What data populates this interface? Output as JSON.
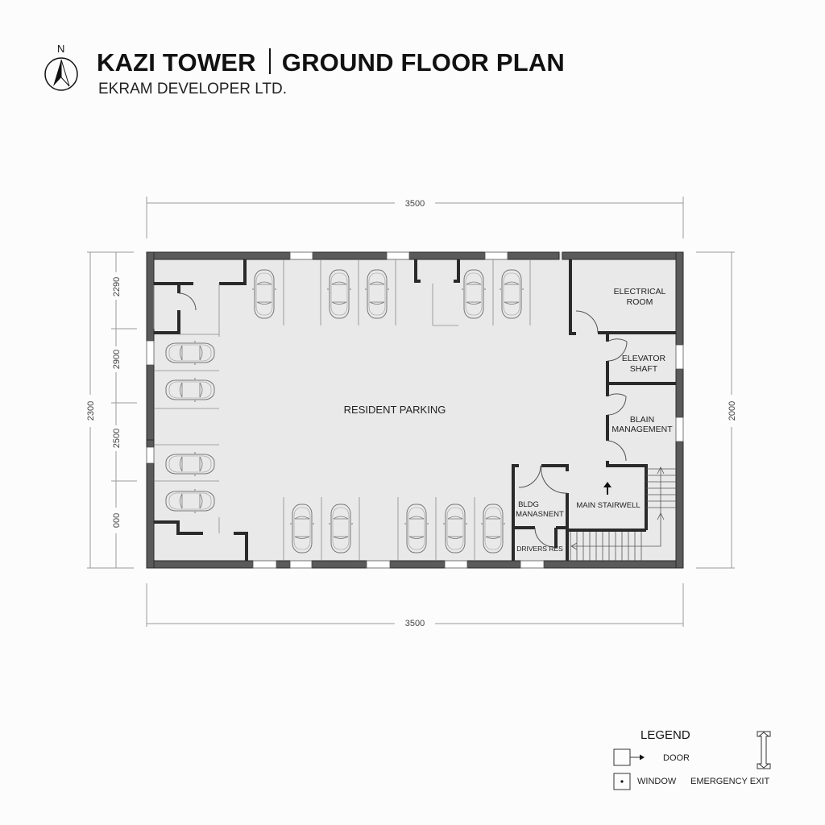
{
  "header": {
    "compass_label": "N",
    "project_name": "KAZI TOWER",
    "drawing_title": "GROUND FLOOR PLAN",
    "developer": "EKRAM DEVELOPER LTD."
  },
  "dimensions": {
    "top_width": "3500",
    "bottom_width": "3500",
    "left_total": "2300",
    "left_segments": [
      "2290",
      "2900",
      "2500",
      "000"
    ],
    "right_total": "2000"
  },
  "rooms": {
    "parking": "RESIDENT PARKING",
    "electrical_line1": "ELECTRICAL",
    "electrical_line2": "ROOM",
    "elevator_line1": "ELEVATOR",
    "elevator_line2": "SHAFT",
    "blain_line1": "BLAIN",
    "blain_line2": "MANAGEMENT",
    "bldg_line1": "BLDG",
    "bldg_line2": "MANASNENT",
    "stairwell": "MAIN STAIRWELL",
    "drivers": "DRIVERS RES"
  },
  "parking": {
    "top_row_count": 5,
    "left_column_count": 4,
    "bottom_row_count": 5
  },
  "legend": {
    "title": "LEGEND",
    "door": "DOOR",
    "window": "WINDOW",
    "emergency_exit": "EMERGENCY EXIT"
  },
  "colors": {
    "wall": "#5a5a5a",
    "wall_outline": "#2a2a2a",
    "floor": "#e9e9e9",
    "background": "#fcfcfc",
    "dimension": "#9a9a9a"
  }
}
